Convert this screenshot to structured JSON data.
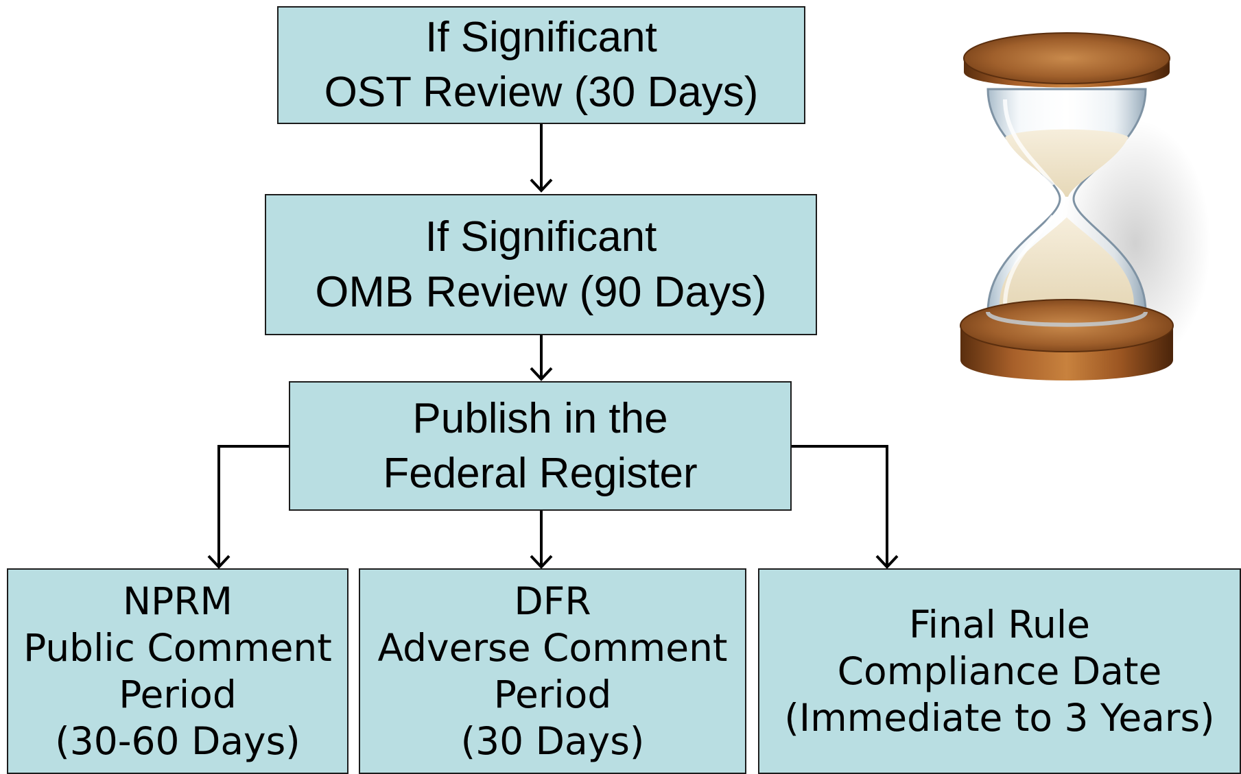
{
  "diagram": {
    "ost_review": {
      "line1": "If Significant",
      "line2": "OST Review (30 Days)"
    },
    "omb_review": {
      "line1": "If Significant",
      "line2": "OMB Review (90 Days)"
    },
    "publish": {
      "line1": "Publish in the",
      "line2": "Federal Register"
    },
    "nprm": {
      "line1": "NPRM",
      "line2": "Public Comment",
      "line3": "Period",
      "line4": "(30-60 Days)"
    },
    "dfr": {
      "line1": "DFR",
      "line2": "Adverse Comment",
      "line3": "Period",
      "line4": "(30 Days)"
    },
    "final_rule": {
      "line1": "Final Rule",
      "line2": "Compliance Date",
      "line3": "(Immediate to 3 Years)"
    },
    "colors": {
      "box_fill": "#b9dee2",
      "box_border": "#1c1c1c",
      "arrow": "#000000"
    },
    "icons": {
      "decoration": "hourglass-icon"
    }
  }
}
